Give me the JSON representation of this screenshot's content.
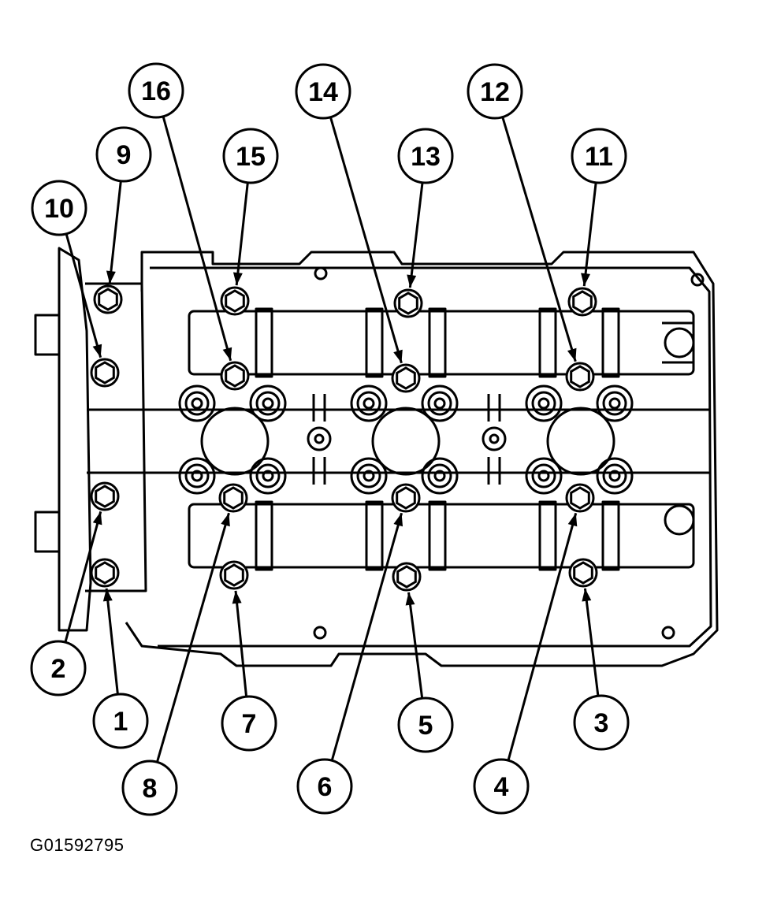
{
  "figure": {
    "id_label": "G01592795",
    "colors": {
      "ink": "#000000",
      "paper": "#ffffff"
    }
  },
  "bolts": [
    {
      "label": "1",
      "icon": "hex-bolt-icon"
    },
    {
      "label": "2",
      "icon": "hex-bolt-icon"
    },
    {
      "label": "3",
      "icon": "hex-bolt-icon"
    },
    {
      "label": "4",
      "icon": "hex-bolt-icon"
    },
    {
      "label": "5",
      "icon": "hex-bolt-icon"
    },
    {
      "label": "6",
      "icon": "hex-bolt-icon"
    },
    {
      "label": "7",
      "icon": "hex-bolt-icon"
    },
    {
      "label": "8",
      "icon": "hex-bolt-icon"
    },
    {
      "label": "9",
      "icon": "hex-bolt-icon"
    },
    {
      "label": "10",
      "icon": "hex-bolt-icon"
    },
    {
      "label": "11",
      "icon": "hex-bolt-icon"
    },
    {
      "label": "12",
      "icon": "hex-bolt-icon"
    },
    {
      "label": "13",
      "icon": "hex-bolt-icon"
    },
    {
      "label": "14",
      "icon": "hex-bolt-icon"
    },
    {
      "label": "15",
      "icon": "hex-bolt-icon"
    },
    {
      "label": "16",
      "icon": "hex-bolt-icon"
    }
  ]
}
